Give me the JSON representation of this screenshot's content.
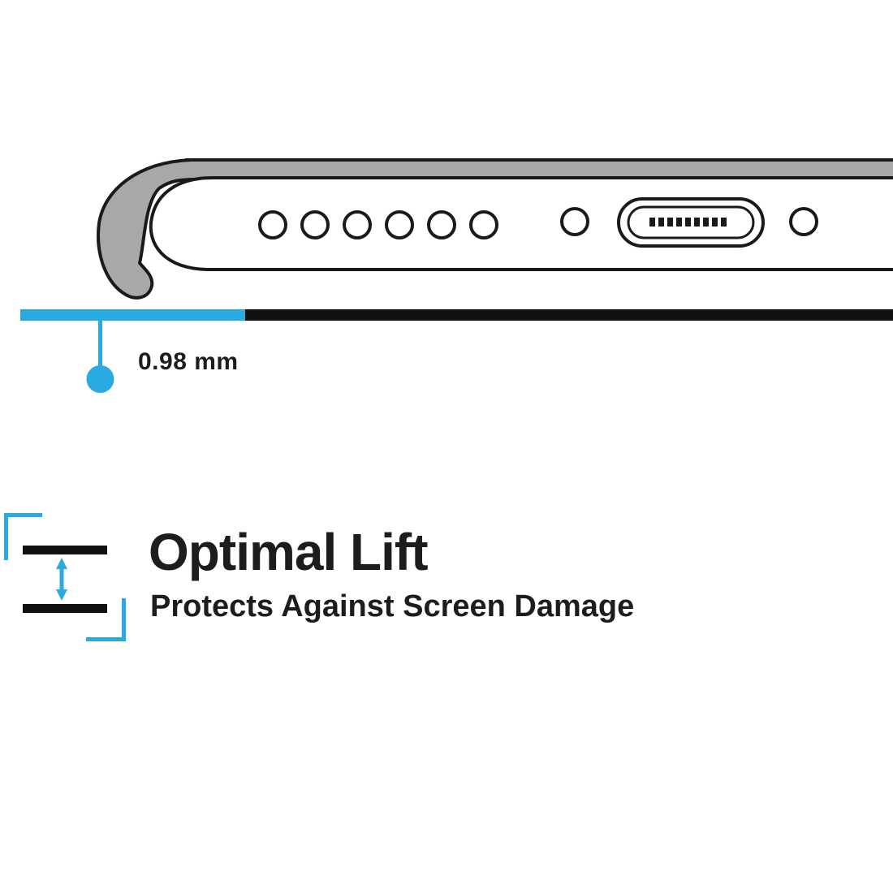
{
  "colors": {
    "background": "#ffffff",
    "accent_cyan": "#29abe2",
    "case_gray": "#a8a8a8",
    "outline": "#1a1a1a",
    "text": "#1d1d1d"
  },
  "illustration": {
    "speaker_hole_count": 6,
    "charging_port_pin_count": 9
  },
  "measurement": {
    "value": "0.98 mm"
  },
  "feature": {
    "title": "Optimal Lift",
    "subtitle": "Protects Against Screen Damage"
  }
}
